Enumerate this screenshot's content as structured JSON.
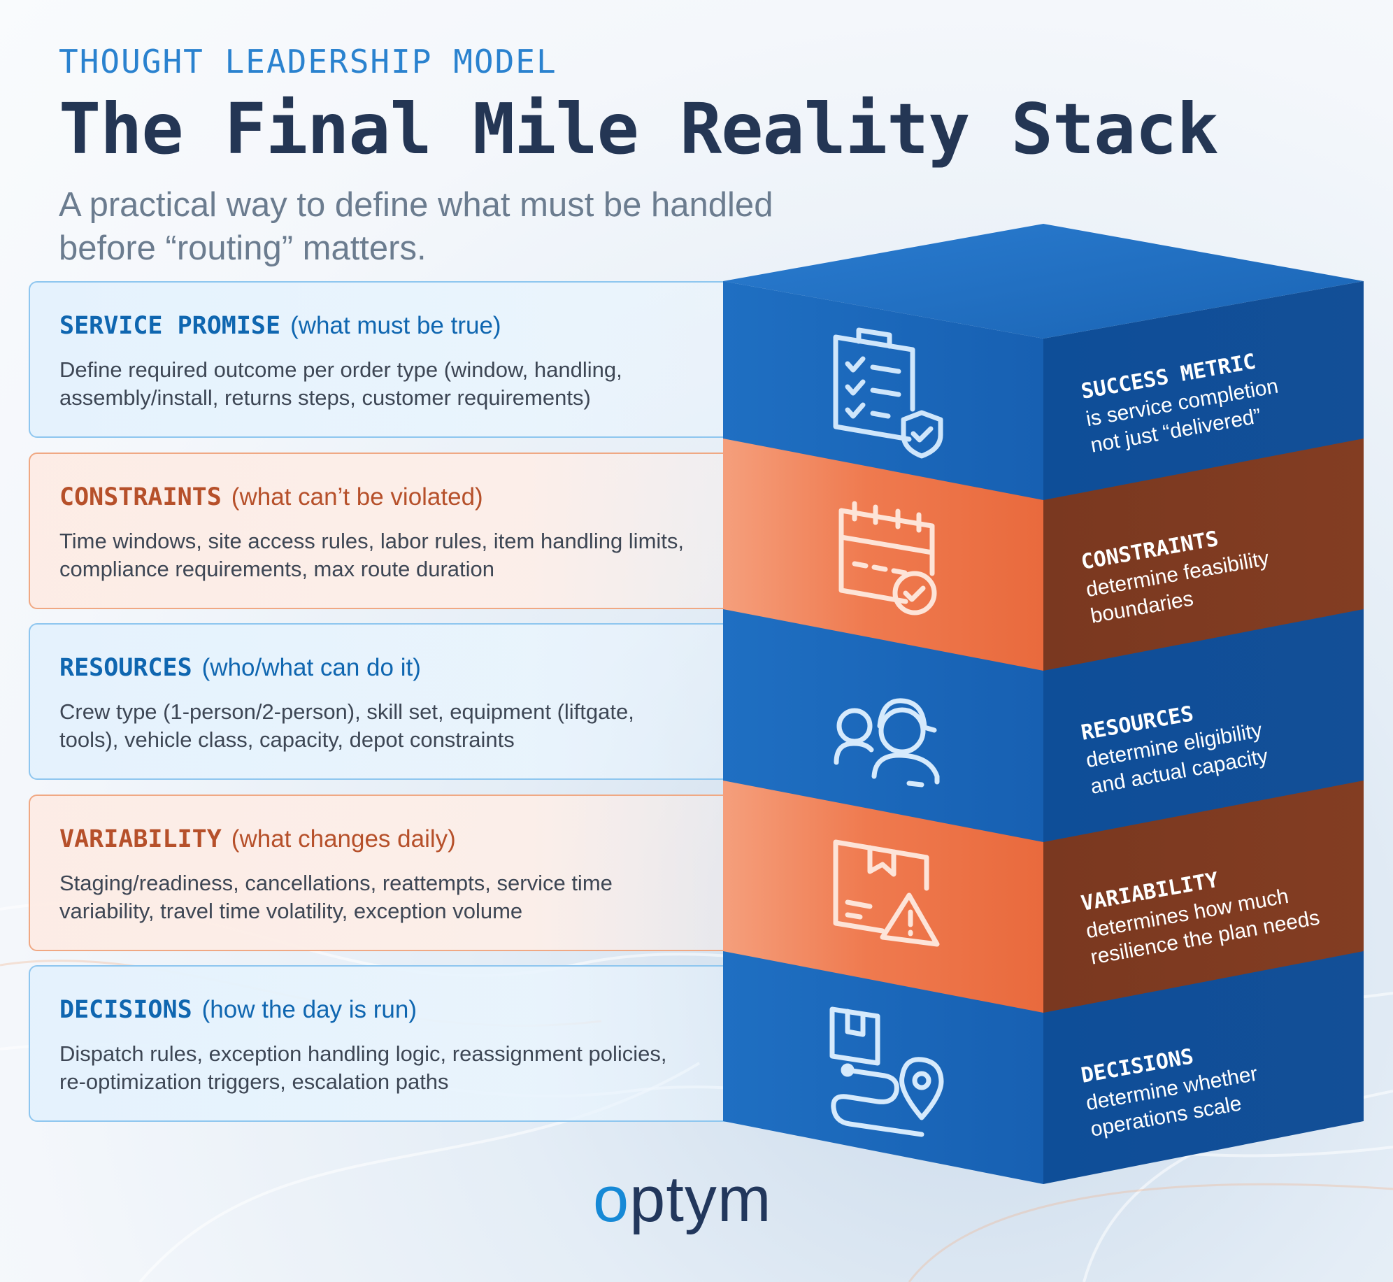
{
  "header": {
    "eyebrow": "THOUGHT LEADERSHIP MODEL",
    "title": "The Final Mile Reality Stack",
    "subtitle": "A practical way to define what must be handled before “routing” matters."
  },
  "layers": [
    {
      "label": "SERVICE PROMISE",
      "sub": "(what must be true)",
      "body": "Define required outcome per order type (window, handling, assembly/install, returns steps, customer requirements)",
      "side_title": "SUCCESS METRIC",
      "side_line1": "is service completion",
      "side_line2": "not just “delivered”",
      "icon": "clipboard-shield-icon",
      "color": "blue"
    },
    {
      "label": "CONSTRAINTS",
      "sub": "(what can’t be violated)",
      "body": "Time windows, site access rules, labor rules, item handling limits, compliance requirements, max route duration",
      "side_title": "CONSTRAINTS",
      "side_line1": "determine feasibility",
      "side_line2": "boundaries",
      "icon": "calendar-check-icon",
      "color": "orange"
    },
    {
      "label": "RESOURCES",
      "sub": "(who/what can do it)",
      "body": "Crew type (1-person/2-person), skill set, equipment (liftgate, tools), vehicle class, capacity, depot constraints",
      "side_title": "RESOURCES",
      "side_line1": "determine eligibility",
      "side_line2": "and actual capacity",
      "icon": "workers-icon",
      "color": "blue"
    },
    {
      "label": "VARIABILITY",
      "sub": "(what changes daily)",
      "body": "Staging/readiness, cancellations, reattempts, service time variability, travel time volatility, exception volume",
      "side_title": "VARIABILITY",
      "side_line1": "determines how much",
      "side_line2": "resilience the plan needs",
      "icon": "package-warning-icon",
      "color": "orange"
    },
    {
      "label": "DECISIONS",
      "sub": "(how the day is run)",
      "body": "Dispatch rules, exception handling logic, reassignment policies, re-optimization triggers, escalation paths",
      "side_title": "DECISIONS",
      "side_line1": "determine whether",
      "side_line2": "operations scale",
      "icon": "route-pin-icon",
      "color": "blue"
    }
  ],
  "colors": {
    "blue_front": "#1a6cc0",
    "blue_side": "#0f4f9a",
    "orange_front": "#ee7247",
    "orange_side": "#7c3a22",
    "title": "#243654",
    "accent": "#2a82cf"
  },
  "logo": {
    "o": "o",
    "rest": "ptym"
  }
}
